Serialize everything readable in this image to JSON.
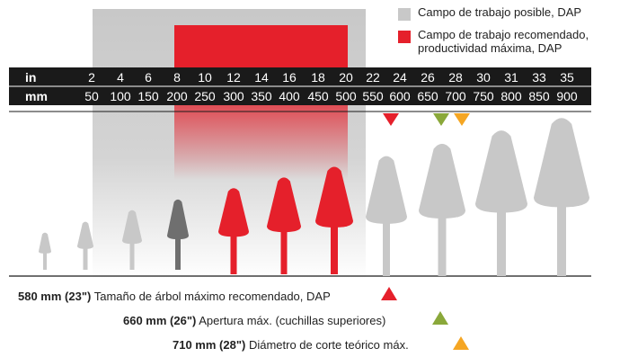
{
  "legend": {
    "possible": {
      "label": "Campo de trabajo posible, DAP",
      "color": "#c8c8c8"
    },
    "recommended": {
      "label_line1": "Campo de trabajo recomendado,",
      "label_line2": "productividad máxima, DAP",
      "color": "#e5202b"
    }
  },
  "scale": {
    "in_label": "in",
    "mm_label": "mm",
    "in_values": [
      "2",
      "4",
      "6",
      "8",
      "10",
      "12",
      "14",
      "16",
      "18",
      "20",
      "22",
      "24",
      "26",
      "28",
      "30",
      "31",
      "33",
      "35"
    ],
    "mm_values": [
      "50",
      "100",
      "150",
      "200",
      "250",
      "300",
      "350",
      "400",
      "450",
      "500",
      "550",
      "600",
      "650",
      "700",
      "750",
      "800",
      "850",
      "900"
    ]
  },
  "trees": [
    {
      "color": "gray"
    },
    {
      "color": "gray"
    },
    {
      "color": "gray"
    },
    {
      "color": "dark"
    },
    {
      "color": "red"
    },
    {
      "color": "red"
    },
    {
      "color": "red"
    },
    {
      "color": "gray"
    },
    {
      "color": "gray"
    },
    {
      "color": "gray"
    },
    {
      "color": "gray"
    }
  ],
  "markers": {
    "red": {
      "color": "#e5202b"
    },
    "green": {
      "color": "#8aa83a"
    },
    "orange": {
      "color": "#f5a623"
    }
  },
  "notes": [
    {
      "bold": "580 mm (23\")",
      "text": "Tamaño de árbol máximo recomendado, DAP",
      "color": "#e5202b"
    },
    {
      "bold": "660 mm (26\")",
      "text": "Apertura máx. (cuchillas superiores)",
      "color": "#8aa83a"
    },
    {
      "bold": "710 mm (28\")",
      "text": "Diámetro de corte teórico máx.",
      "color": "#f5a623"
    }
  ]
}
